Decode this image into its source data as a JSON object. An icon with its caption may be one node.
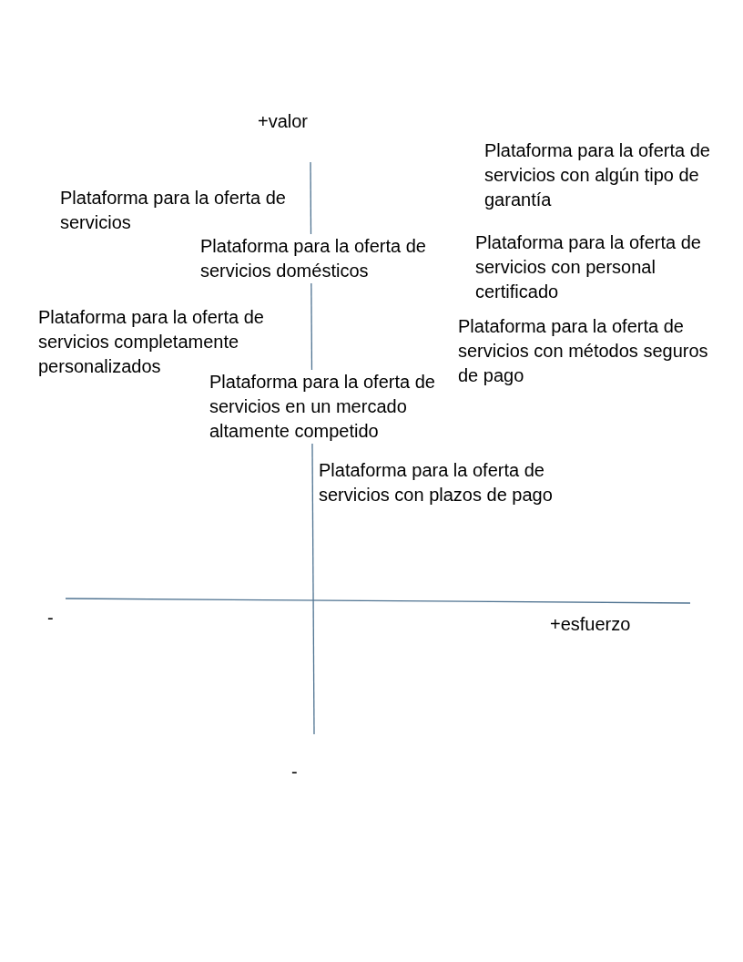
{
  "diagram": {
    "labels": [
      "+valor",
      "Plataforma para la oferta de servicios con algún tipo de garantía",
      "Plataforma para la oferta de servicios",
      "Plataforma para la oferta de servicios domésticos",
      "Plataforma para la oferta de servicios con personal certificado",
      "Plataforma para la oferta de servicios completamente personalizados",
      "Plataforma para la oferta de servicios con métodos seguros de pago",
      "Plataforma para la oferta de servicios en un mercado altamente competido",
      "Plataforma para la oferta de servicios con plazos de pago",
      "-",
      "+esfuerzo",
      "-"
    ]
  }
}
